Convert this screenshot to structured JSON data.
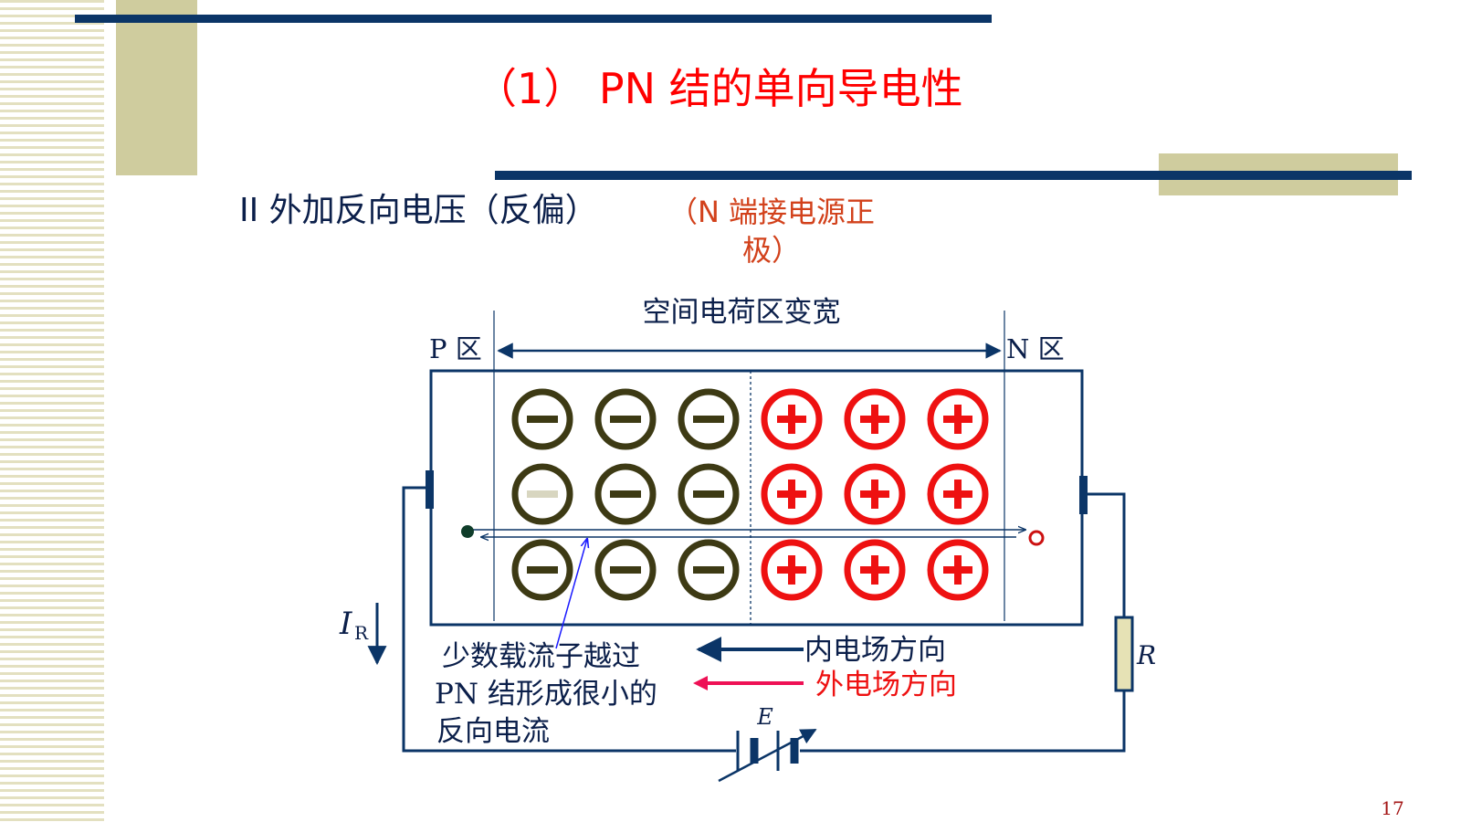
{
  "slide": {
    "title": "（1） PN 结的单向导电性",
    "subtitle": "II 外加反向电压（反偏）",
    "note": "（N 端接电源正极）",
    "page_number": "17"
  },
  "diagram": {
    "region_label_top": "空间电荷区变宽",
    "p_label": "P 区",
    "n_label": "N 区",
    "negative_ion_symbol": "−",
    "positive_ion_symbol": "+",
    "current_label": "I",
    "current_subscript": "R",
    "resistor_label": "R",
    "battery_label": "E",
    "minority_text": [
      "少数载流子越过",
      "PN 结形成很小的",
      "反向电流"
    ],
    "inner_field_label": "内电场方向",
    "outer_field_label": "外电场方向",
    "colors": {
      "navy": "#0b3567",
      "negative_ion": "#3d3a14",
      "positive_ion": "#ee1111",
      "outer_arrow": "#ee1155",
      "minority_line": "#1a1aff"
    }
  }
}
